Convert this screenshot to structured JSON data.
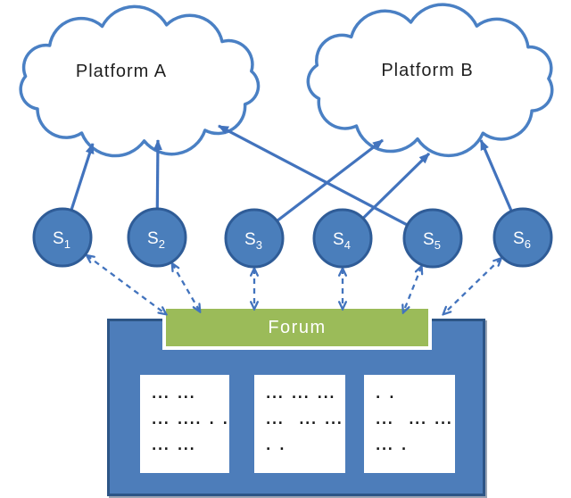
{
  "clouds": [
    {
      "id": "platform-a",
      "label": "Platform A"
    },
    {
      "id": "platform-b",
      "label": "Platform B"
    }
  ],
  "services": [
    {
      "id": "s1",
      "label": "S",
      "sub": "1",
      "connects_to": "Platform A",
      "dashed_link": "Forum"
    },
    {
      "id": "s2",
      "label": "S",
      "sub": "2",
      "connects_to": "Platform A",
      "dashed_link": "Forum"
    },
    {
      "id": "s3",
      "label": "S",
      "sub": "3",
      "connects_to": "Platform B",
      "dashed_link": "Forum"
    },
    {
      "id": "s4",
      "label": "S",
      "sub": "4",
      "connects_to": "Platform B",
      "dashed_link": "Forum"
    },
    {
      "id": "s5",
      "label": "S",
      "sub": "5",
      "connects_to": "Platform A",
      "dashed_link": "Forum"
    },
    {
      "id": "s6",
      "label": "S",
      "sub": "6",
      "connects_to": "Platform B",
      "dashed_link": "Forum"
    }
  ],
  "forum": {
    "label": "Forum",
    "linked_services": [
      "s1",
      "s2",
      "s3",
      "s4",
      "s5",
      "s6"
    ]
  },
  "repository_cards": [
    {
      "lines": [
        "... ...",
        "... .... . .",
        "... ..."
      ]
    },
    {
      "lines": [
        "... ... ...",
        "...  ... ...",
        ". ."
      ]
    },
    {
      "lines": [
        ". .",
        "...  ... ...",
        "... ."
      ]
    }
  ],
  "colors": {
    "cloud_stroke": "#4a80c4",
    "arrow": "#4273bd",
    "node_fill": "#4a7ebb",
    "node_stroke": "#2f5c97",
    "forum_fill": "#9bbb59",
    "panel_fill": "#4d7dba",
    "panel_border": "#2d5586",
    "card_fill": "#ffffff",
    "label_dark": "#1f1f1f",
    "label_light": "#ffffff"
  }
}
